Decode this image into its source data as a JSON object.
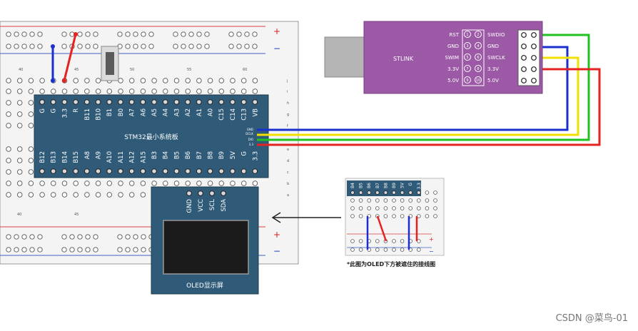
{
  "stm32": {
    "title": "STM32最小系统板",
    "top_pins": [
      "G",
      "G",
      "3.3",
      "R",
      "B11",
      "B10",
      "B1",
      "B0",
      "A7",
      "A6",
      "A5",
      "A4",
      "A3",
      "A2",
      "A1",
      "A0",
      "C15",
      "C14",
      "C13",
      "VB"
    ],
    "bottom_pins": [
      "B12",
      "B13",
      "B14",
      "B15",
      "A8",
      "A9",
      "A10",
      "A11",
      "A12",
      "A15",
      "B3",
      "B4",
      "B5",
      "B6",
      "B7",
      "B8",
      "B9",
      "5V",
      "G",
      "3.3"
    ],
    "side_labels": [
      "GND",
      "DCLK",
      "DIO",
      "3.3"
    ]
  },
  "stlink": {
    "title": "STLINK",
    "left_pins": [
      "RST",
      "GND",
      "SWIM",
      "3.3V",
      "5.0V"
    ],
    "right_pins": [
      "SWDIO",
      "GND",
      "SWCLK",
      "3.3V",
      "5.0V"
    ],
    "pin_numbers": [
      "1",
      "2",
      "3",
      "4",
      "5",
      "6",
      "7",
      "8",
      "9",
      "10"
    ]
  },
  "oled": {
    "title": "OLED显示屏",
    "pins": [
      "GND",
      "VCC",
      "SCL",
      "SDA"
    ]
  },
  "breadboard": {
    "col_numbers": [
      "40",
      "45",
      "50",
      "55",
      "60"
    ],
    "row_letters_top": [
      "j",
      "i",
      "h",
      "g",
      "f"
    ],
    "row_letters_bottom": [
      "e",
      "d",
      "c",
      "b",
      "a"
    ],
    "plus": "+",
    "minus": "−"
  },
  "inset": {
    "pins": [
      "B4",
      "B5",
      "B6",
      "B7",
      "B8",
      "B9",
      "5V",
      "G",
      "3.3"
    ],
    "caption": "*此图为OLED下方被遮住的接线图"
  },
  "watermark": "CSDN @菜鸟-01",
  "colors": {
    "board_blue": "#2f5a78",
    "stlink_purple": "#9c5aa6",
    "wire_blue": "#1a2fd0",
    "wire_green": "#1fc11f",
    "wire_yellow": "#f0e000",
    "wire_red": "#e52222"
  }
}
